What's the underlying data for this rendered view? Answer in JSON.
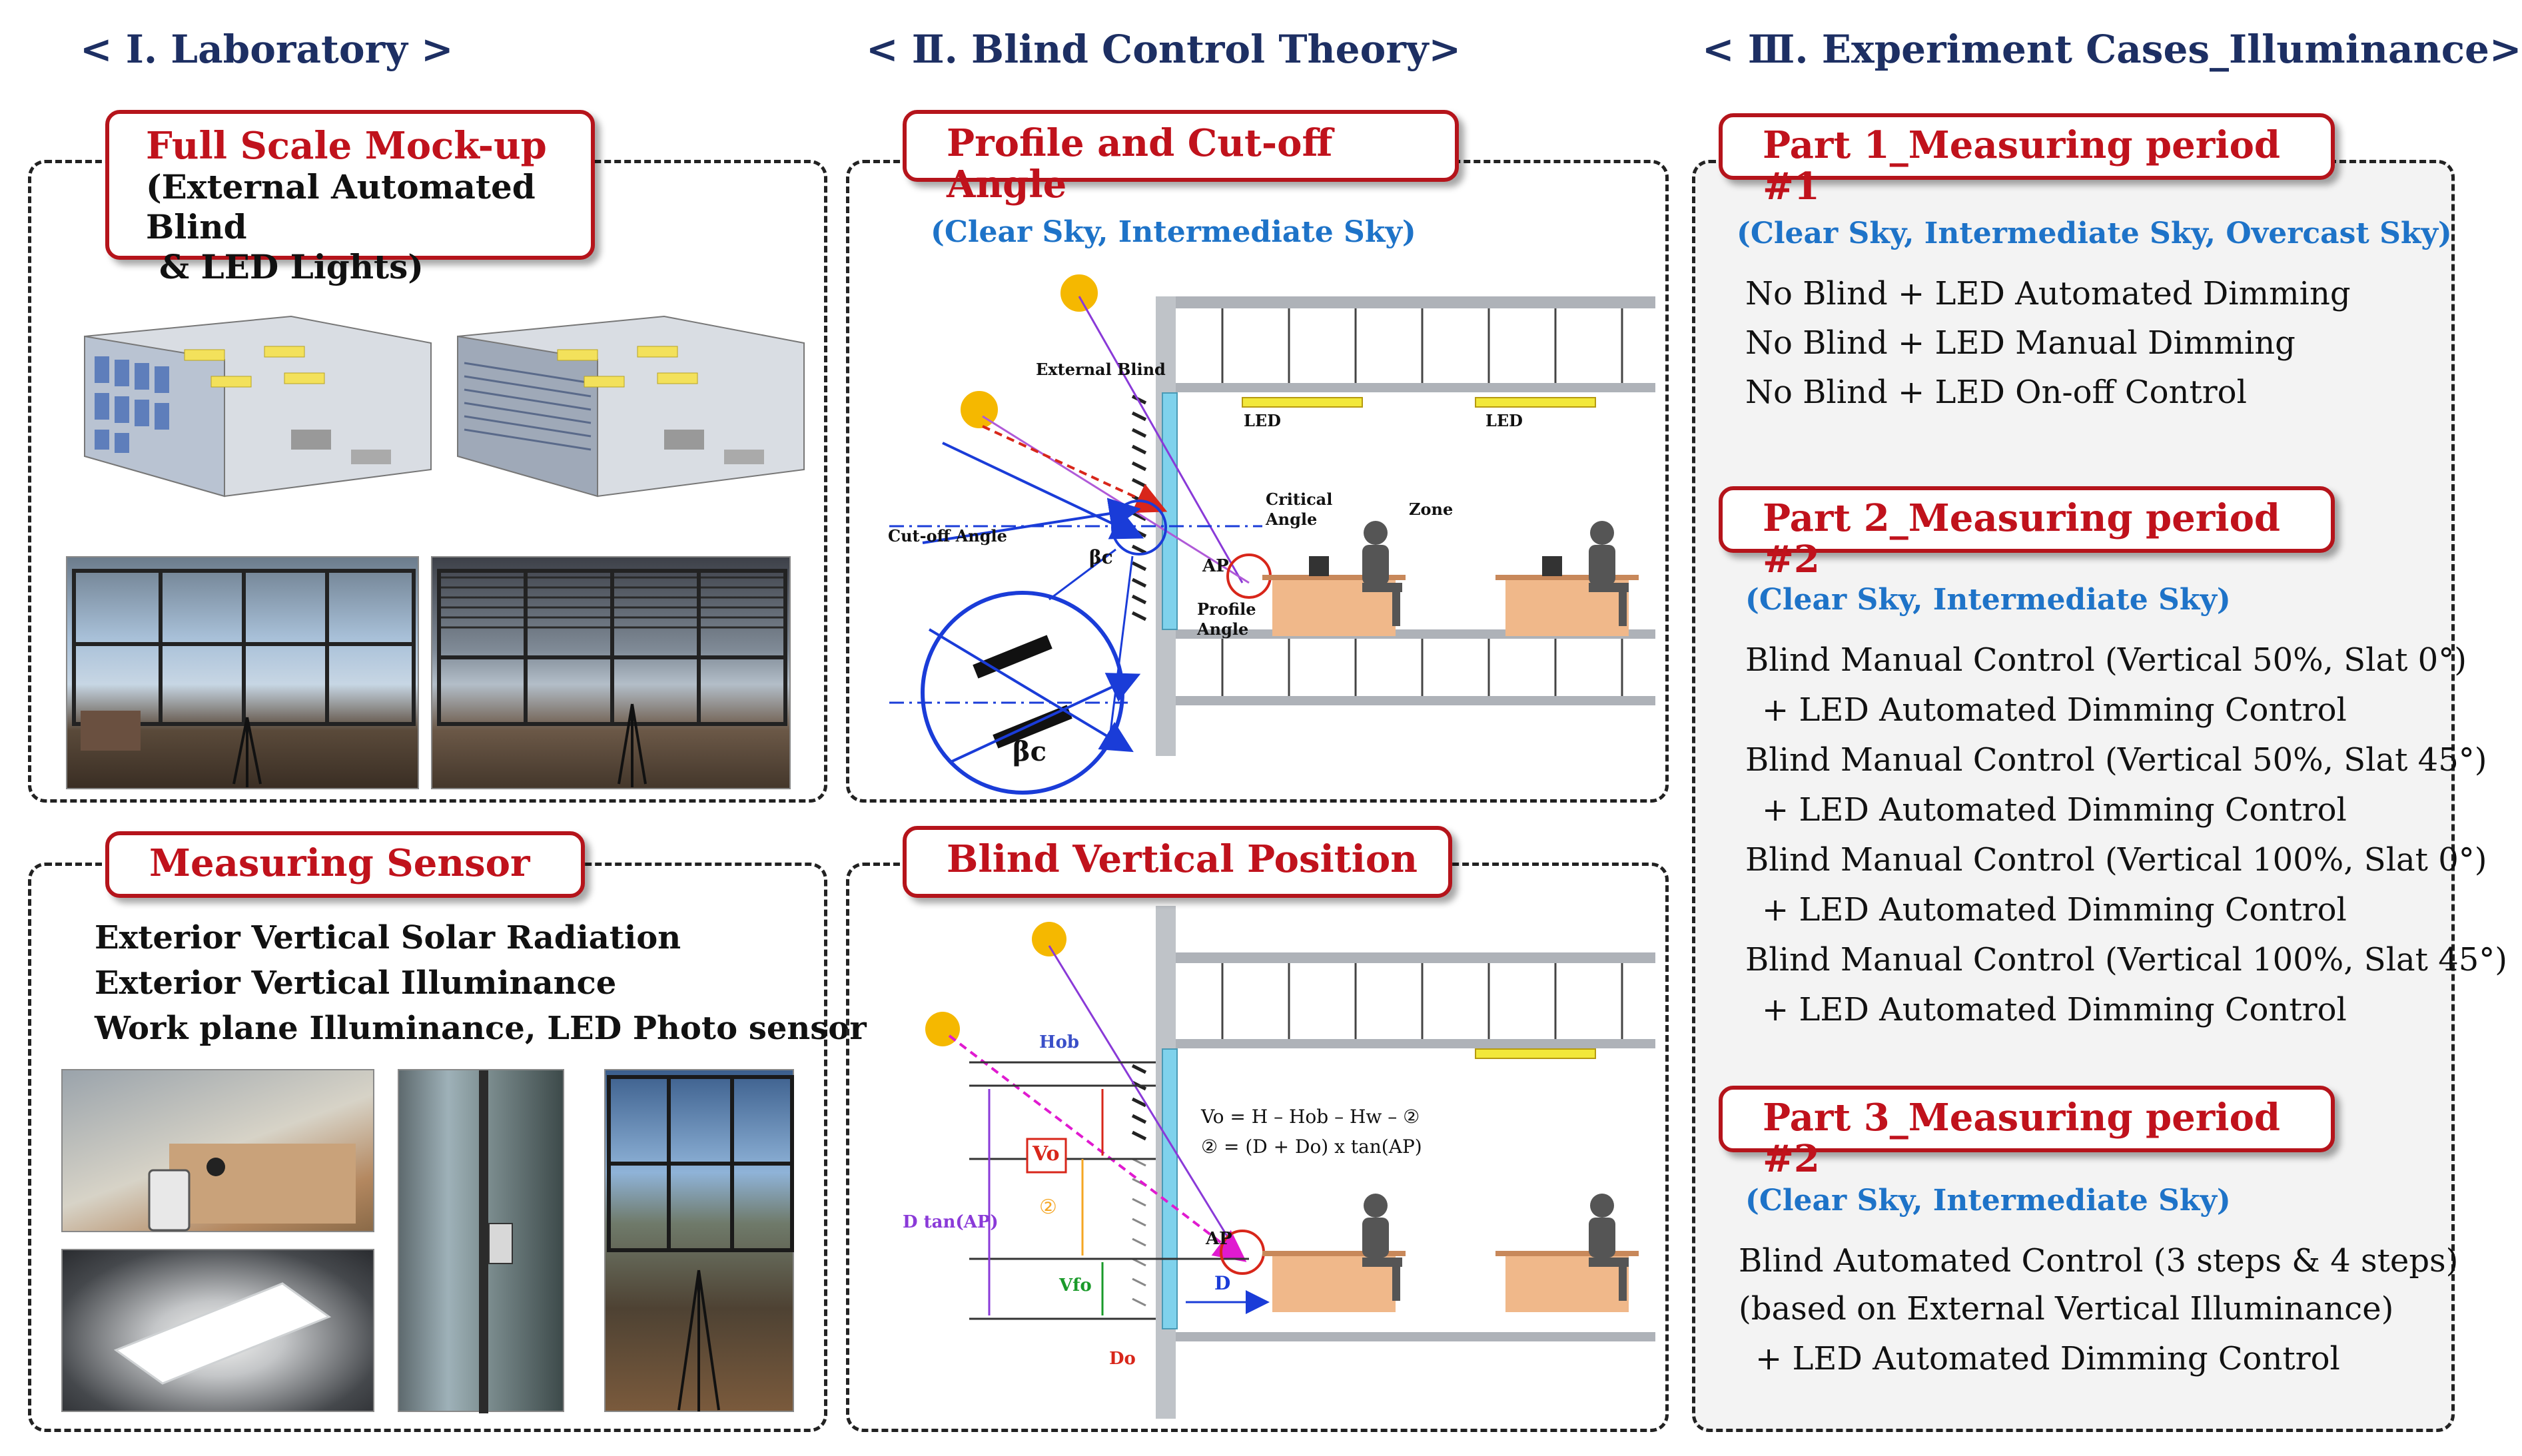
{
  "sections": {
    "s1": "< Ⅰ. Laboratory >",
    "s2": "< Ⅱ. Blind Control Theory>",
    "s3": "< Ⅲ. Experiment Cases_Illuminance>"
  },
  "lab": {
    "badge_title": "Full Scale Mock-up",
    "badge_sub1": "(External Automated Blind",
    "badge_sub2": "& LED Lights)"
  },
  "sensor": {
    "badge_title": "Measuring Sensor",
    "lines": [
      "Exterior Vertical Solar Radiation",
      "Exterior Vertical Illuminance",
      "Work plane Illuminance, LED Photo sensor"
    ]
  },
  "theory": {
    "badge1": "Profile and Cut-off Angle",
    "sky1": "(Clear Sky, Intermediate Sky)",
    "external_blind": "External Blind",
    "cutoff_angle": "Cut-off Angle",
    "beta_c": "βc",
    "ap": "AP",
    "led1": "LED",
    "led2": "LED",
    "critical_angle_1": "Critical",
    "critical_angle_2": "Angle",
    "zone": "Zone",
    "profile_angle_1": "Profile",
    "profile_angle_2": "Angle",
    "badge2": "Blind Vertical Position",
    "hob": "Hob",
    "vo": "Vo",
    "circ2": "②",
    "dtan": "D tan(AP)",
    "vfo": "Vfo",
    "do": "Do",
    "d": "D",
    "formula1": "Vo = H – Hob – Hw – ②",
    "formula2": "② = (D + Do) x tan(AP)"
  },
  "cases": {
    "part1": {
      "title": "Part 1_Measuring period #1",
      "sky": "(Clear Sky, Intermediate Sky, Overcast Sky)",
      "lines": [
        "No Blind + LED Automated Dimming",
        "No Blind + LED Manual Dimming",
        "No Blind + LED On-off Control"
      ]
    },
    "part2": {
      "title": "Part 2_Measuring period #2",
      "sky": "(Clear Sky, Intermediate Sky)",
      "lines": [
        "Blind Manual Control (Vertical 50%, Slat 0°)",
        "+ LED Automated Dimming Control",
        "Blind Manual Control (Vertical 50%, Slat 45°)",
        "+ LED Automated Dimming Control",
        "Blind Manual Control (Vertical 100%, Slat 0°)",
        "+ LED Automated Dimming  Control",
        "Blind Manual Control (Vertical 100%, Slat 45°)",
        "+ LED Automated Dimming Control"
      ]
    },
    "part3": {
      "title": "Part 3_Measuring period #2",
      "sky": "(Clear Sky, Intermediate Sky)",
      "lines": [
        "Blind Automated Control (3 steps & 4 steps)",
        "(based on External Vertical Illuminance)",
        "+ LED Automated Dimming Control"
      ]
    }
  },
  "colors": {
    "badge_red": "#b5141b",
    "heading_navy": "#1d2f63",
    "sky_blue": "#1e73c8"
  }
}
